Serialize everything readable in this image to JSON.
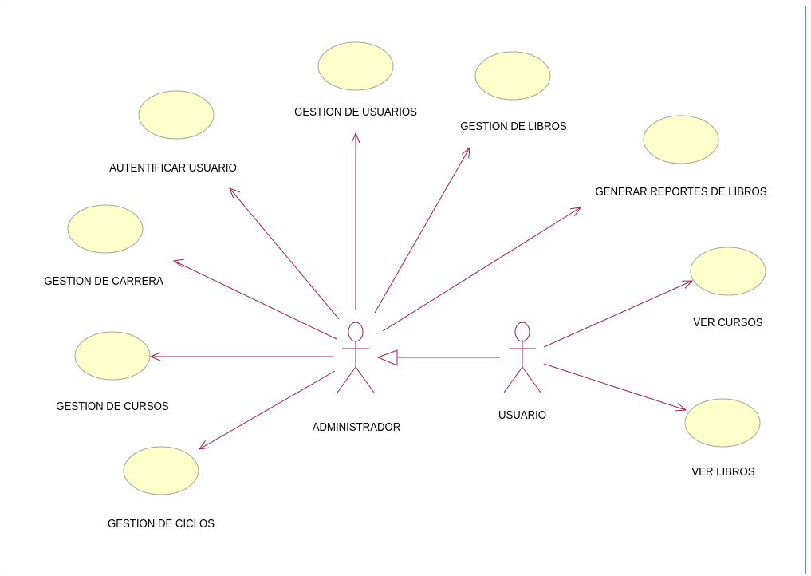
{
  "diagram": {
    "actors": {
      "admin": "ADMINISTRADOR",
      "user": "USUARIO"
    },
    "use_cases": {
      "autentificar": "AUTENTIFICAR USUARIO",
      "gestion_usuarios": "GESTION DE USUARIOS",
      "gestion_libros": "GESTION DE LIBROS",
      "generar_reportes": "GENERAR REPORTES DE LIBROS",
      "gestion_carrera": "GESTION DE CARRERA",
      "gestion_cursos": "GESTION DE CURSOS",
      "gestion_ciclos": "GESTION DE CICLOS",
      "ver_cursos": "VER CURSOS",
      "ver_libros": "VER LIBROS"
    },
    "colors": {
      "usecase_fill": "#ffffcc",
      "usecase_stroke": "#a6a39a",
      "line": "#a51c4b",
      "frame": "#5b9bd5"
    }
  }
}
